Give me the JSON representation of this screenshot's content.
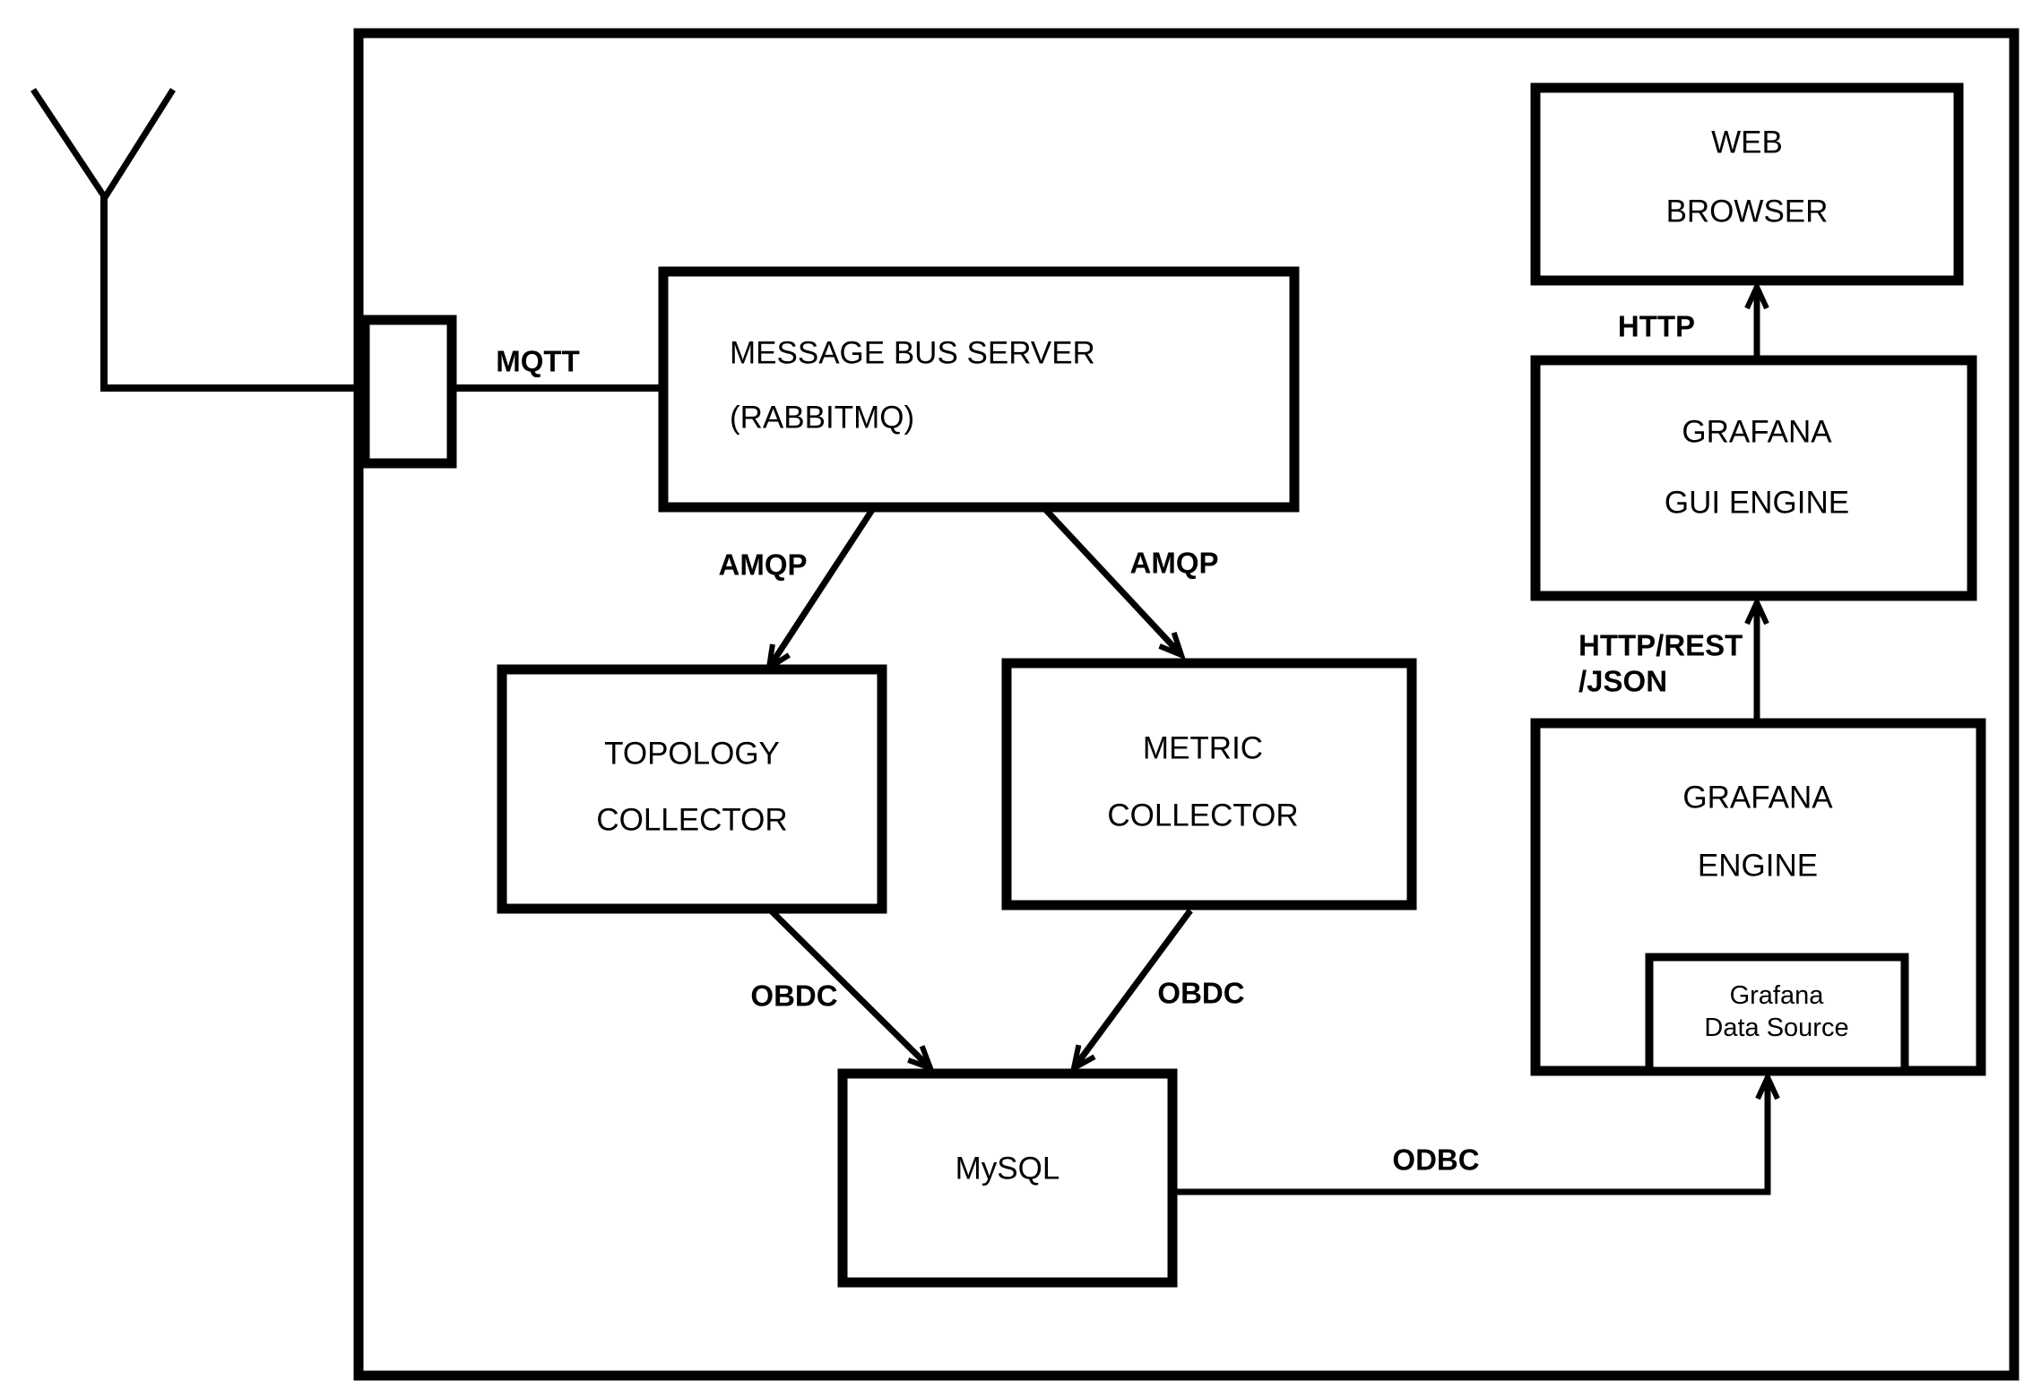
{
  "diagram": {
    "nodes": {
      "message_bus": {
        "line1": "MESSAGE BUS SERVER",
        "line2": "(RABBITMQ)"
      },
      "topology_collector": {
        "line1": "TOPOLOGY",
        "line2": "COLLECTOR"
      },
      "metric_collector": {
        "line1": "METRIC",
        "line2": "COLLECTOR"
      },
      "mysql": {
        "label": "MySQL"
      },
      "web_browser": {
        "line1": "WEB",
        "line2": "BROWSER"
      },
      "grafana_gui_engine": {
        "line1": "GRAFANA",
        "line2": "GUI ENGINE"
      },
      "grafana_engine": {
        "line1": "GRAFANA",
        "line2": "ENGINE"
      },
      "grafana_data_source": {
        "line1": "Grafana",
        "line2": "Data Source"
      }
    },
    "edges": {
      "mqtt": "MQTT",
      "amqp_left": "AMQP",
      "amqp_right": "AMQP",
      "obdc_left": "OBDC",
      "obdc_right": "OBDC",
      "odbc": "ODBC",
      "http": "HTTP",
      "http_rest_line1": "HTTP/REST",
      "http_rest_line2": "/JSON"
    },
    "colors": {
      "line": "#000000",
      "background": "#ffffff"
    }
  }
}
